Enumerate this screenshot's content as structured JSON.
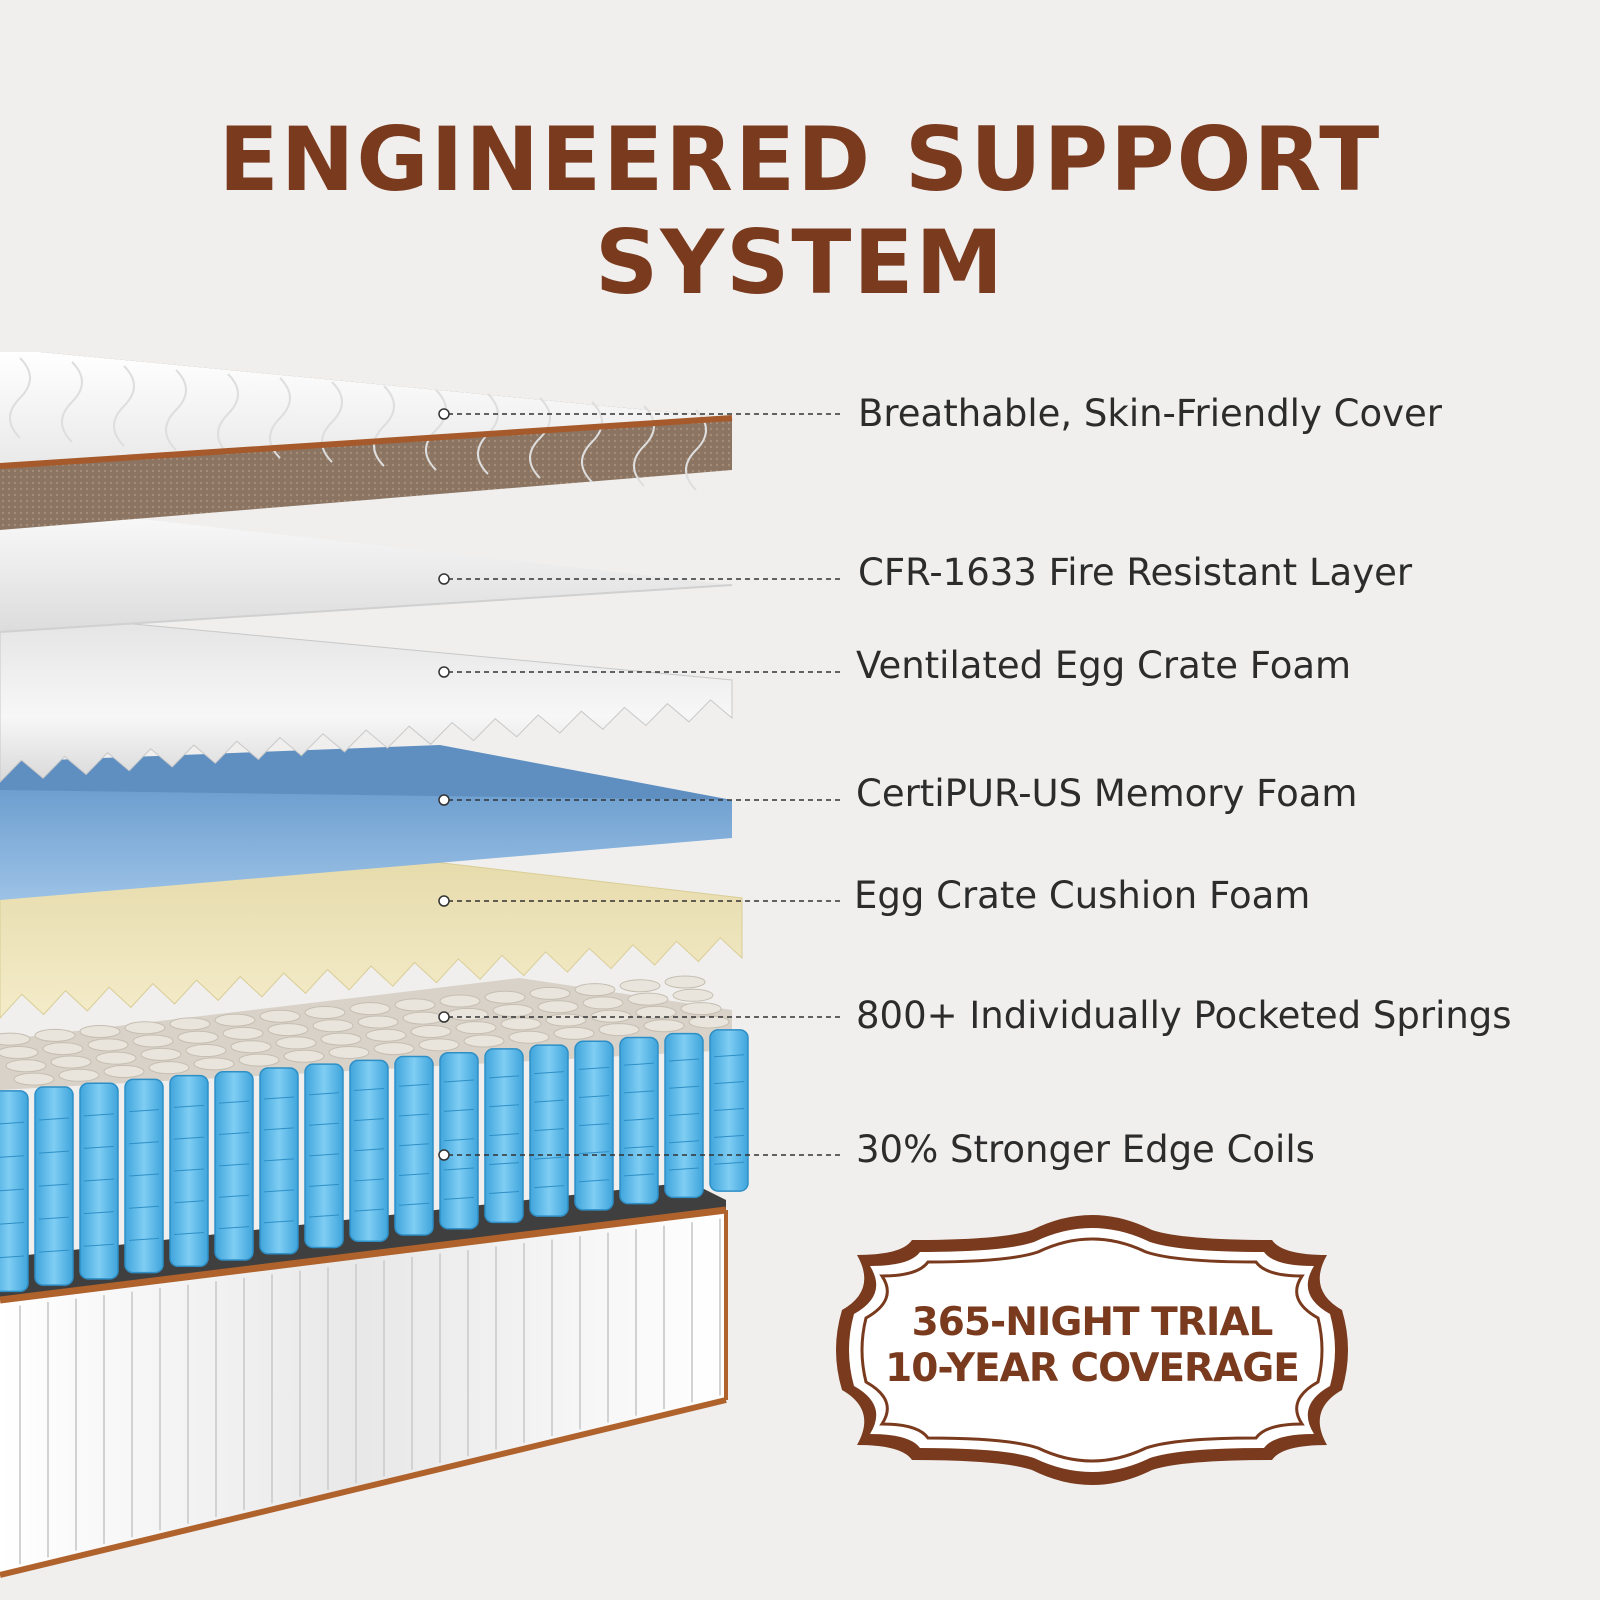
{
  "title": "ENGINEERED SUPPORT SYSTEM",
  "layers": [
    {
      "label": "Breathable, Skin-Friendly Cover",
      "icon": "cover-layer"
    },
    {
      "label": "CFR-1633 Fire Resistant Layer",
      "icon": "fire-layer"
    },
    {
      "label": "Ventilated Egg Crate Foam",
      "icon": "egg-crate-layer"
    },
    {
      "label": "CertiPUR-US Memory Foam",
      "icon": "memory-foam-layer"
    },
    {
      "label": "Egg Crate Cushion Foam",
      "icon": "cushion-foam-layer"
    },
    {
      "label": "800+ Individually Pocketed Springs",
      "icon": "pocket-springs"
    },
    {
      "label": "30% Stronger Edge Coils",
      "icon": "edge-coils"
    }
  ],
  "badge": {
    "line1": "365-NIGHT TRIAL",
    "line2": "10-YEAR COVERAGE"
  },
  "colors": {
    "brand_brown": "#7a3a1e",
    "memory_foam_blue": "#8fb6dc",
    "cushion_foam_cream": "#efe6bd",
    "spring_blue": "#5bb8e8",
    "background": "#f0efee"
  }
}
